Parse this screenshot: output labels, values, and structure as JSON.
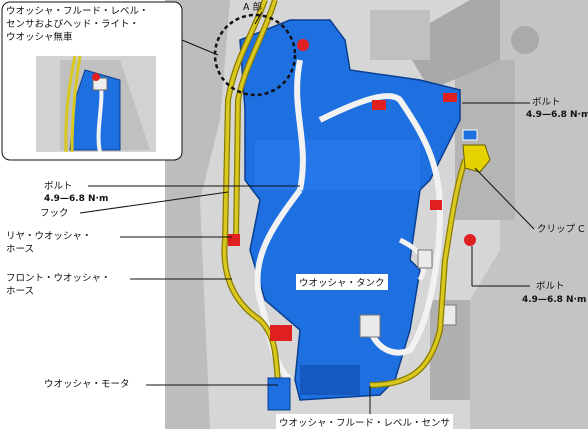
{
  "labels": {
    "part_a": "A 部",
    "inset_title": [
      "ウオッシャ・フルード・レベル・",
      "センサおよびヘッド・ライト・",
      "ウオッシャ無車"
    ],
    "bolt_top_right": "ボルト",
    "bolt_top_right_torque": "4.9—6.8 N·m",
    "bolt_left": "ボルト",
    "bolt_left_torque": "4.9—6.8 N·m",
    "hook": "フック",
    "rear_hose": [
      "リヤ・ウオッシャ・",
      "ホース"
    ],
    "front_hose": [
      "フロント・ウオッシャ・",
      "ホース"
    ],
    "clip": "クリップ C",
    "bolt_bottom_right": "ボルト",
    "bolt_bottom_right_torque": "4.9—6.8 N·m",
    "tank": "ウオッシャ・タンク",
    "motor": "ウオッシャ・モータ",
    "level_sensor": "ウオッシャ・フルード・レベル・センサ"
  },
  "colors": {
    "tank_blue": "#1e6fe0",
    "hose_yellow": "#d8c820",
    "marker_red": "#e02020",
    "background_gray": "#c9c9c9"
  }
}
